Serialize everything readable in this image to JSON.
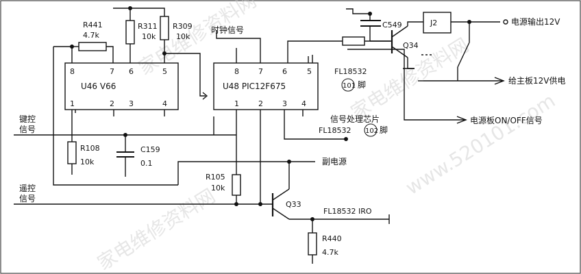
{
  "components": {
    "u46": {
      "label": "U46 V66",
      "pins_top": [
        "8",
        "7",
        "6",
        "5"
      ],
      "pins_bottom": [
        "1",
        "2",
        "3",
        "4"
      ]
    },
    "u48": {
      "label": "U48 PIC12F675",
      "pins_top": [
        "8",
        "7",
        "6",
        "5"
      ],
      "pins_bottom": [
        "1",
        "2",
        "3",
        "4"
      ]
    },
    "r441": {
      "ref": "R441",
      "value": "4.7k"
    },
    "r311": {
      "ref": "R311",
      "value": "10k"
    },
    "r309": {
      "ref": "R309",
      "value": "10k"
    },
    "r108": {
      "ref": "R108",
      "value": "10k"
    },
    "c159": {
      "ref": "C159",
      "value": "0.1"
    },
    "r105": {
      "ref": "R105",
      "value": "10k"
    },
    "r440": {
      "ref": "R440",
      "value": "4.7k"
    },
    "q33": {
      "ref": "Q33"
    },
    "q34": {
      "ref": "Q34"
    },
    "c549": {
      "ref": "C549"
    },
    "j2": {
      "ref": "J2"
    }
  },
  "labels": {
    "clock_signal": "时钟信号",
    "key_signal_1": "键控",
    "key_signal_2": "信号",
    "remote_signal_1": "遥控",
    "remote_signal_2": "信号",
    "fl_101": "FL18532",
    "fl_101_pin": "101",
    "fl_101_suffix": "脚",
    "signal_chip": "信号处理芯片",
    "fl_102": "FL18532",
    "fl_102_pin": "102",
    "fl_102_suffix": "脚",
    "aux_power": "副电源",
    "fl_iro": "FL18532 IRO",
    "power_out": "电源输出12V",
    "main_board": "给主板12V供电",
    "onoff": "电源板ON/OFF信号"
  },
  "watermark": {
    "text": "家电维修资料网",
    "url": "www.520101.com"
  }
}
